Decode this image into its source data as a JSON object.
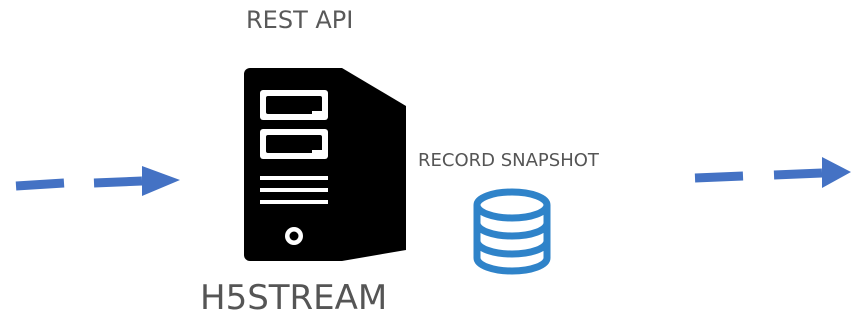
{
  "labels": {
    "api": "REST API",
    "snapshot": "RECORD SNAPSHOT",
    "server_name": "H5STREAM"
  },
  "icons": {
    "server": "server-tower-icon",
    "database": "database-icon",
    "arrow_in": "dashed-arrow-right-icon",
    "arrow_out": "dashed-arrow-right-icon"
  },
  "colors": {
    "arrow": "#4472C4",
    "database": "#2F83C9",
    "server": "#000000",
    "text": "#595959"
  }
}
